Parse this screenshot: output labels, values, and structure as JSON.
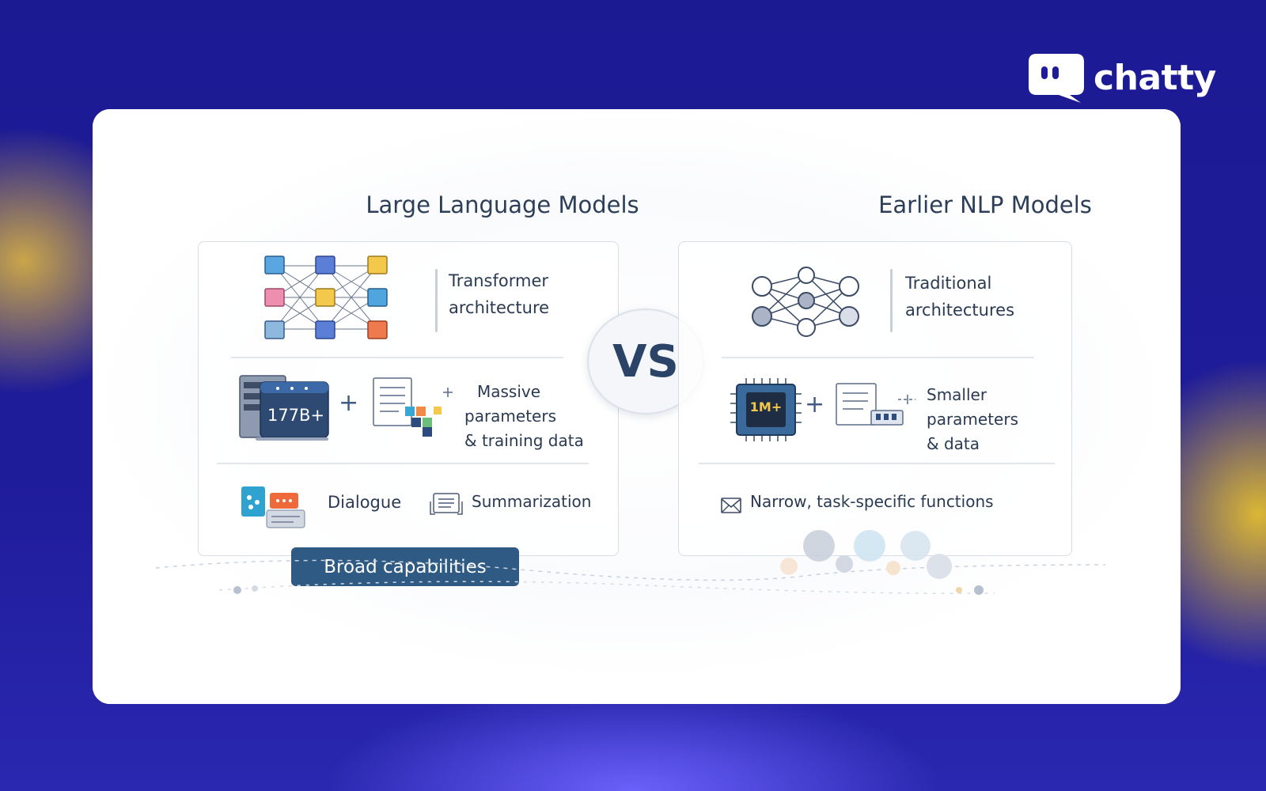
{
  "logo": {
    "text": "chatty"
  },
  "left": {
    "title": "Large Language Models",
    "row1": {
      "line1": "Transformer",
      "line2": "architecture"
    },
    "row2": {
      "badge": "177B+",
      "line1": "Massive",
      "line2": "parameters",
      "line3": "& training data"
    },
    "row3": {
      "item1": "Dialogue",
      "item2": "Summarization"
    },
    "button": "Broad capabilities"
  },
  "vs": "VS",
  "right": {
    "title": "Earlier NLP Models",
    "row1": {
      "line1": "Traditional",
      "line2": "architectures"
    },
    "row2": {
      "chip": "1M+",
      "line1": "Smaller",
      "line2": "parameters",
      "line3": "& data"
    },
    "row3": {
      "item1": "Narrow, task-specific functions"
    }
  },
  "colors": {
    "background": "#1c1a93",
    "accent_button": "#2e5a84",
    "text": "#2c3e58",
    "highlight_yellow": "#e8be3c"
  }
}
